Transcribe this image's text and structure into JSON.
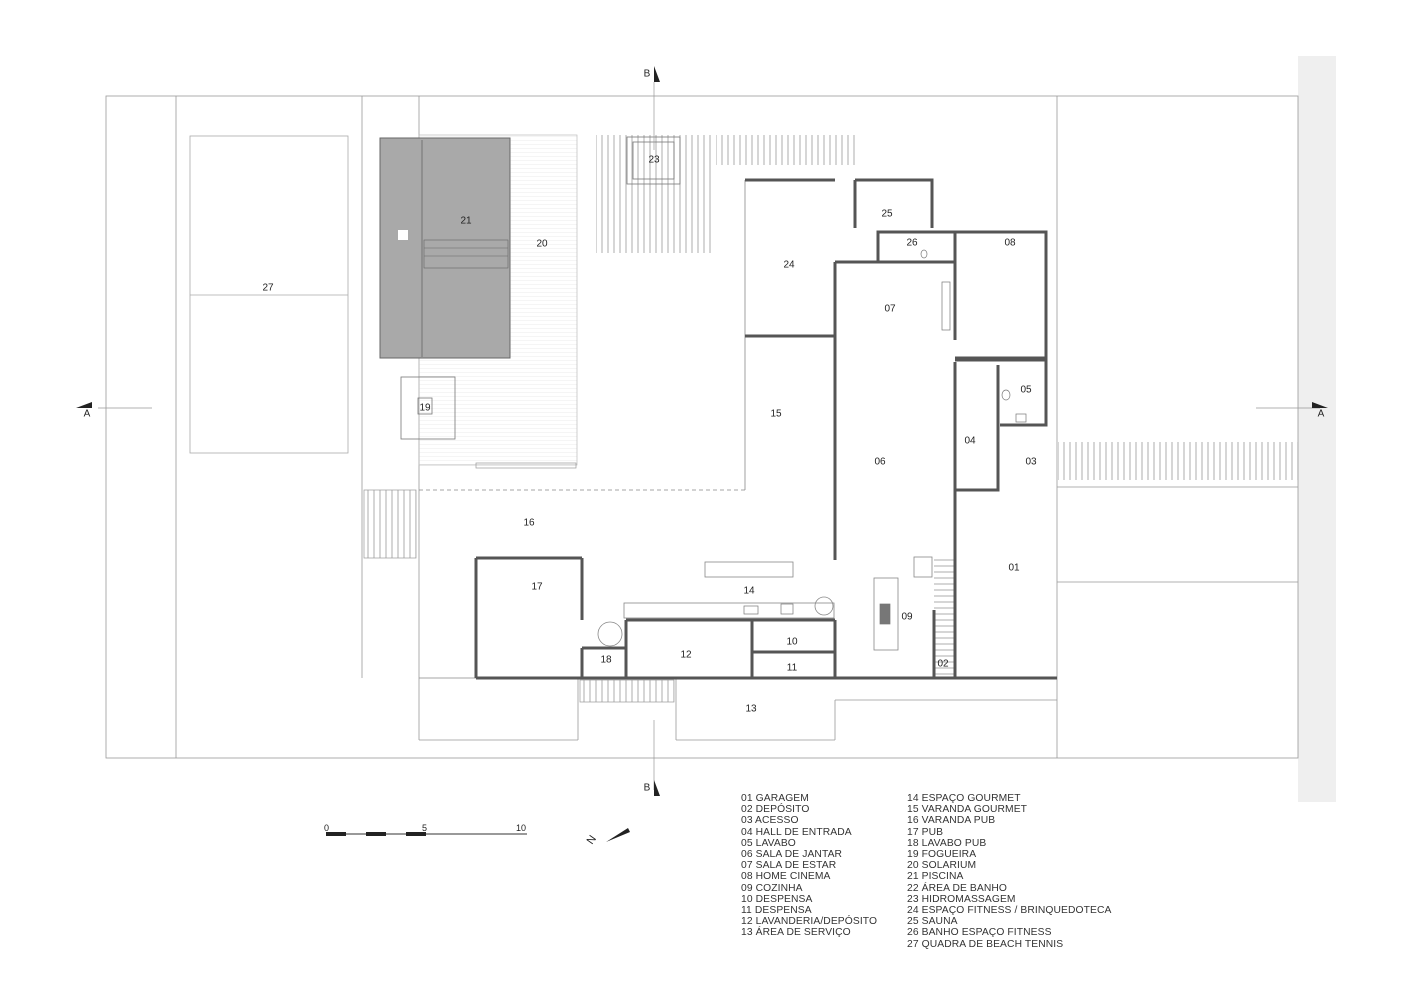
{
  "rooms": [
    {
      "id": "r01",
      "label": "01"
    },
    {
      "id": "r02",
      "label": "02"
    },
    {
      "id": "r03",
      "label": "03"
    },
    {
      "id": "r04",
      "label": "04"
    },
    {
      "id": "r05",
      "label": "05"
    },
    {
      "id": "r06",
      "label": "06"
    },
    {
      "id": "r07",
      "label": "07"
    },
    {
      "id": "r08",
      "label": "08"
    },
    {
      "id": "r09",
      "label": "09"
    },
    {
      "id": "r10",
      "label": "10"
    },
    {
      "id": "r11",
      "label": "11"
    },
    {
      "id": "r12",
      "label": "12"
    },
    {
      "id": "r13",
      "label": "13"
    },
    {
      "id": "r14",
      "label": "14"
    },
    {
      "id": "r15",
      "label": "15"
    },
    {
      "id": "r16",
      "label": "16"
    },
    {
      "id": "r17",
      "label": "17"
    },
    {
      "id": "r18",
      "label": "18"
    },
    {
      "id": "r19",
      "label": "19"
    },
    {
      "id": "r20",
      "label": "20"
    },
    {
      "id": "r21",
      "label": "21"
    },
    {
      "id": "r23",
      "label": "23"
    },
    {
      "id": "r24",
      "label": "24"
    },
    {
      "id": "r25",
      "label": "25"
    },
    {
      "id": "r26",
      "label": "26"
    },
    {
      "id": "r27",
      "label": "27"
    }
  ],
  "section_marks": {
    "a_left": "A",
    "a_right": "A",
    "b_top": "B",
    "b_bottom": "B"
  },
  "scale": {
    "t0": "0",
    "t5": "5",
    "t10": "10"
  },
  "north": "N",
  "legend_col1": [
    "01 GARAGEM",
    "02 DEPÓSITO",
    "03 ACESSO",
    "04 HALL DE ENTRADA",
    "05 LAVABO",
    "06 SALA DE JANTAR",
    "07 SALA DE ESTAR",
    "08 HOME CINEMA",
    "09 COZINHA",
    "10 DESPENSA",
    "11 DESPENSA",
    "12 LAVANDERIA/DEPÓSITO",
    "13 ÁREA DE SERVIÇO"
  ],
  "legend_col2": [
    "14 ESPAÇO GOURMET",
    "15 VARANDA GOURMET",
    "16 VARANDA PUB",
    "17 PUB",
    "18 LAVABO PUB",
    "19 FOGUEIRA",
    "20 SOLARIUM",
    "21 PISCINA",
    "22 ÁREA DE BANHO",
    "23 HIDROMASSAGEM",
    "24 ESPAÇO FITNESS / BRINQUEDOTECA",
    "25 SAUNA",
    "26 BANHO ESPAÇO FITNESS",
    "27 QUADRA DE BEACH TENNIS"
  ]
}
